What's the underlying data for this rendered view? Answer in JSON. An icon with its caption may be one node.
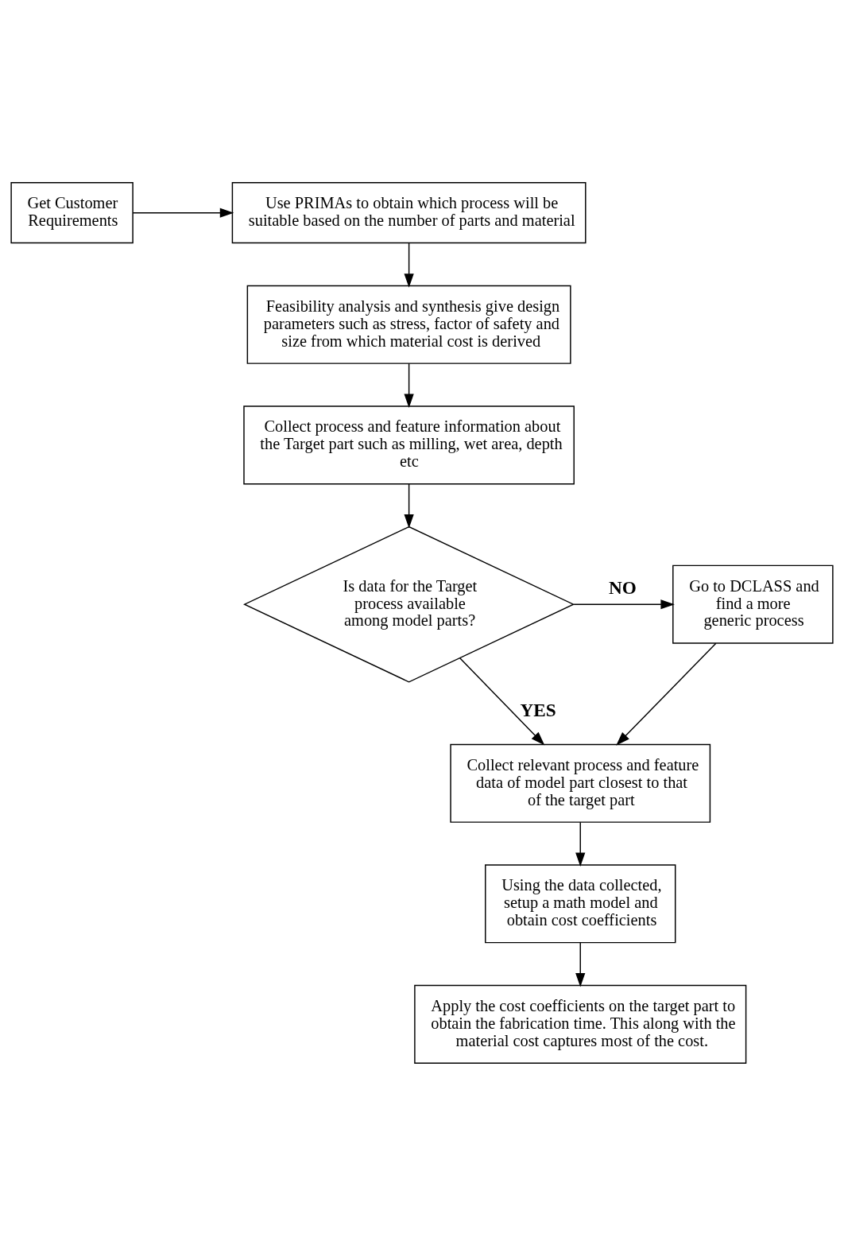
{
  "diagram": {
    "nodes": [
      {
        "text": [
          "Get Customer Requirements"
        ]
      },
      {
        "text": [
          "Use PRIMAs to obtain which process will be suitable based on the number of parts and material"
        ]
      },
      {
        "text": [
          "Feasibility analysis and synthesis give design parameters such as stress, factor of safety and size from which material cost is derived"
        ]
      },
      {
        "text": [
          "Collect process and feature information about the Target part such as milling, wet area, depth etc"
        ]
      },
      {
        "text": [
          "Is data for the Target process available among model parts?"
        ]
      },
      {
        "text": [
          "Go to DCLASS and find a more generic process"
        ]
      },
      {
        "text": [
          "Collect relevant process and feature data of model part closest to that of the target part"
        ]
      },
      {
        "text": [
          "Using the data collected, setup a math model and obtain cost coefficients"
        ]
      },
      {
        "text": [
          "Apply the cost coefficients on the target part to obtain the fabrication time. This along with the material cost captures most of the cost."
        ]
      }
    ],
    "edges": [
      {
        "from": 0,
        "to": 1,
        "arrow": "to"
      },
      {
        "from": 1,
        "to": 2,
        "arrow": "to"
      },
      {
        "from": 2,
        "to": 3,
        "arrow": "to"
      },
      {
        "from": 3,
        "to": 4,
        "arrow": "to"
      },
      {
        "from": 4,
        "to": 5,
        "arrow": "to",
        "label": "NO"
      },
      {
        "from": 4,
        "to": 6,
        "arrow": "to",
        "label": "YES"
      },
      {
        "from": 5,
        "to": 6,
        "arrow": "to"
      },
      {
        "from": 6,
        "to": 7,
        "arrow": "to"
      },
      {
        "from": 7,
        "to": 8,
        "arrow": "to"
      }
    ]
  }
}
